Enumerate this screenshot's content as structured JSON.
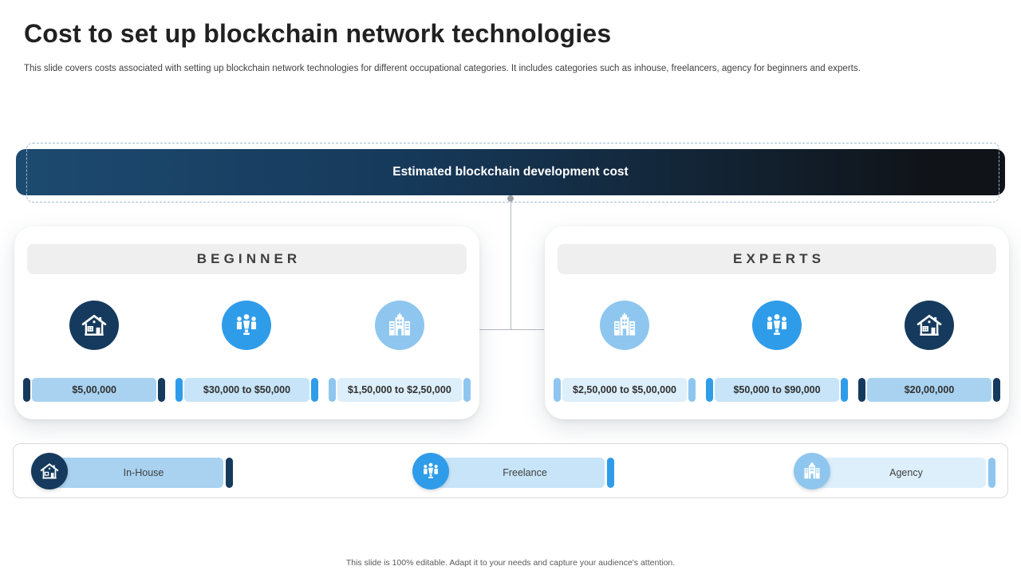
{
  "slide": {
    "title": "Cost to set up blockchain network technologies",
    "subtitle": "This slide covers costs associated with setting up blockchain network technologies for different occupational categories. It includes categories such as inhouse, freelancers, agency for beginners and experts.",
    "footer": "This slide is 100% editable.  Adapt it to your needs and capture your audience's attention."
  },
  "banner": {
    "label": "Estimated blockchain development cost"
  },
  "colors": {
    "navy": "#153a5d",
    "blue": "#2f9ce9",
    "sky": "#8ec6ef",
    "fill1": "#a8d2f0",
    "fill2": "#c7e4f8",
    "fill3": "#ddeffb",
    "banner1": "#1d4a70",
    "banner2": "#101419"
  },
  "groups": [
    {
      "name": "BEGINNER",
      "items": [
        {
          "category": "In-House",
          "value": "$5,00,000"
        },
        {
          "category": "Freelance",
          "value": "$30,000 to $50,000"
        },
        {
          "category": "Agency",
          "value": "$1,50,000 to $2,50,000"
        }
      ]
    },
    {
      "name": "EXPERTS",
      "items": [
        {
          "category": "Agency",
          "value": "$2,50,000 to $5,00,000"
        },
        {
          "category": "Freelance",
          "value": "$50,000 to $90,000"
        },
        {
          "category": "In-House",
          "value": "$20,00,000"
        }
      ]
    }
  ],
  "legend": {
    "items": [
      {
        "label": "In-House"
      },
      {
        "label": "Freelance"
      },
      {
        "label": "Agency"
      }
    ]
  }
}
